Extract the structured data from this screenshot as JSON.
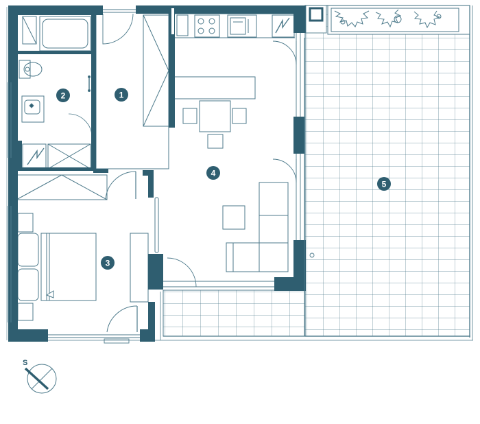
{
  "colors": {
    "wall": "#2f5e70",
    "line": "#4d7a8b",
    "background": "#ffffff",
    "badge_text": "#ffffff"
  },
  "rooms": [
    {
      "id": "hall",
      "number": "1"
    },
    {
      "id": "bathroom",
      "number": "2"
    },
    {
      "id": "bedroom",
      "number": "3"
    },
    {
      "id": "living-kitchen",
      "number": "4"
    },
    {
      "id": "terrace",
      "number": "5"
    }
  ],
  "compass": {
    "letter": "S",
    "icon": "compass-icon"
  }
}
